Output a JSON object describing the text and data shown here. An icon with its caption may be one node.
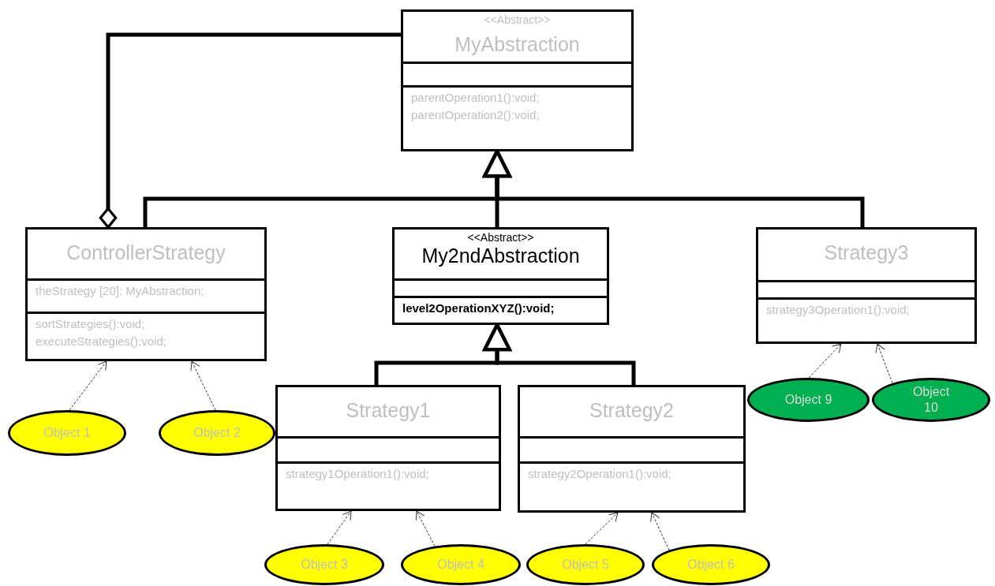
{
  "diagram": {
    "nodes": [
      {
        "text": [
          "<<Abstract>>",
          "MyAbstraction",
          "parentOperation1():void;",
          "parentOperation2():void;"
        ]
      },
      {
        "text": [
          "ControllerStrategy",
          "theStrategy [20]: MyAbstraction;",
          "sortStrategies():void;",
          "executeStrategies():void;"
        ]
      },
      {
        "text": [
          "<<Abstract>>",
          "My2ndAbstraction",
          "level2OperationXYZ():void;"
        ]
      },
      {
        "text": [
          "Strategy3",
          "strategy3Operation1():void;"
        ]
      },
      {
        "text": [
          "Strategy1",
          "strategy1Operation1():void;"
        ]
      },
      {
        "text": [
          "Strategy2",
          "strategy2Operation1():void;"
        ]
      },
      {
        "text": [
          "Object 1"
        ]
      },
      {
        "text": [
          "Object 2"
        ]
      },
      {
        "text": [
          "Object 3"
        ]
      },
      {
        "text": [
          "Object 4"
        ]
      },
      {
        "text": [
          "Object 5"
        ]
      },
      {
        "text": [
          "Object 6"
        ]
      },
      {
        "text": [
          "Object 9"
        ]
      },
      {
        "text": [
          "Object 10"
        ]
      }
    ],
    "edges": [
      {
        "from": 1,
        "to": 0,
        "arrow": "other",
        "style": "thick"
      },
      {
        "from": 1,
        "to": 0,
        "arrow": "to",
        "style": "thick"
      },
      {
        "from": 2,
        "to": 0,
        "arrow": "to",
        "style": "thick"
      },
      {
        "from": 3,
        "to": 0,
        "arrow": "to",
        "style": "thick"
      },
      {
        "from": 4,
        "to": 2,
        "arrow": "to",
        "style": "thick"
      },
      {
        "from": 5,
        "to": 2,
        "arrow": "to",
        "style": "thick"
      },
      {
        "from": 6,
        "to": 1,
        "arrow": "to",
        "style": "dashed"
      },
      {
        "from": 7,
        "to": 1,
        "arrow": "to",
        "style": "dashed"
      },
      {
        "from": 8,
        "to": 4,
        "arrow": "to",
        "style": "dashed"
      },
      {
        "from": 9,
        "to": 4,
        "arrow": "to",
        "style": "dashed"
      },
      {
        "from": 10,
        "to": 5,
        "arrow": "to",
        "style": "dashed"
      },
      {
        "from": 11,
        "to": 5,
        "arrow": "to",
        "style": "dashed"
      },
      {
        "from": 12,
        "to": 3,
        "arrow": "to",
        "style": "dashed"
      },
      {
        "from": 13,
        "to": 3,
        "arrow": "to",
        "style": "dashed"
      }
    ]
  }
}
